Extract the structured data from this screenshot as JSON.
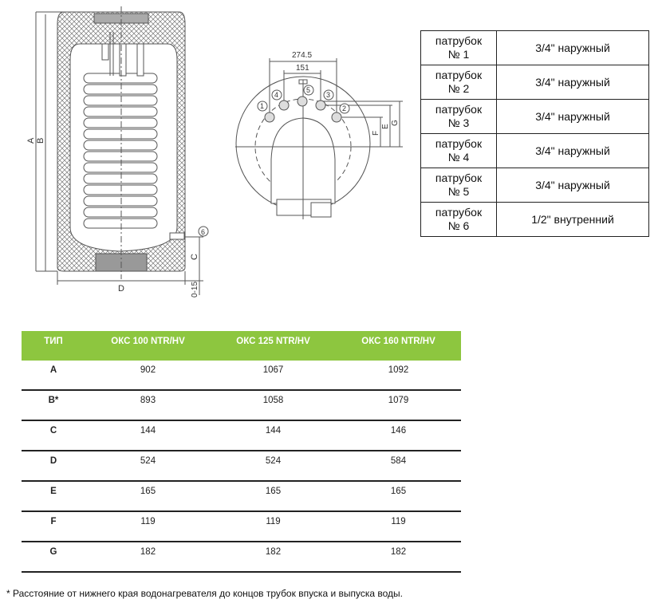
{
  "drawing_side": {
    "dim_a": "A",
    "dim_b": "B",
    "dim_c": "C",
    "dim_d": "D",
    "dim_base": "0-15",
    "port_6": "6"
  },
  "drawing_top": {
    "dim_outer": "274.5",
    "dim_inner": "151",
    "dim_e": "E",
    "dim_f": "F",
    "dim_g": "G",
    "ports": [
      "1",
      "2",
      "3",
      "4",
      "5"
    ]
  },
  "ports_table": [
    {
      "name": "патрубок № 1",
      "value": "3/4\" наружный"
    },
    {
      "name": "патрубок № 2",
      "value": "3/4\" наружный"
    },
    {
      "name": "патрубок № 3",
      "value": "3/4\" наружный"
    },
    {
      "name": "патрубок № 4",
      "value": "3/4\" наружный"
    },
    {
      "name": "патрубок № 5",
      "value": "3/4\" наружный"
    },
    {
      "name": "патрубок № 6",
      "value": "1/2\" внутренний"
    }
  ],
  "dims_table": {
    "headers": [
      "ТИП",
      "ОКС 100 NTR/HV",
      "ОКС 125 NTR/HV",
      "ОКС 160 NTR/HV"
    ],
    "rows": [
      [
        "A",
        "902",
        "1067",
        "1092"
      ],
      [
        "B*",
        "893",
        "1058",
        "1079"
      ],
      [
        "C",
        "144",
        "144",
        "146"
      ],
      [
        "D",
        "524",
        "524",
        "584"
      ],
      [
        "E",
        "165",
        "165",
        "165"
      ],
      [
        "F",
        "119",
        "119",
        "119"
      ],
      [
        "G",
        "182",
        "182",
        "182"
      ]
    ]
  },
  "footnote": "* Расстояние от нижнего края водонагревателя до концов трубок впуска и выпуска воды.",
  "colors": {
    "header_green": "#8dc63f"
  }
}
